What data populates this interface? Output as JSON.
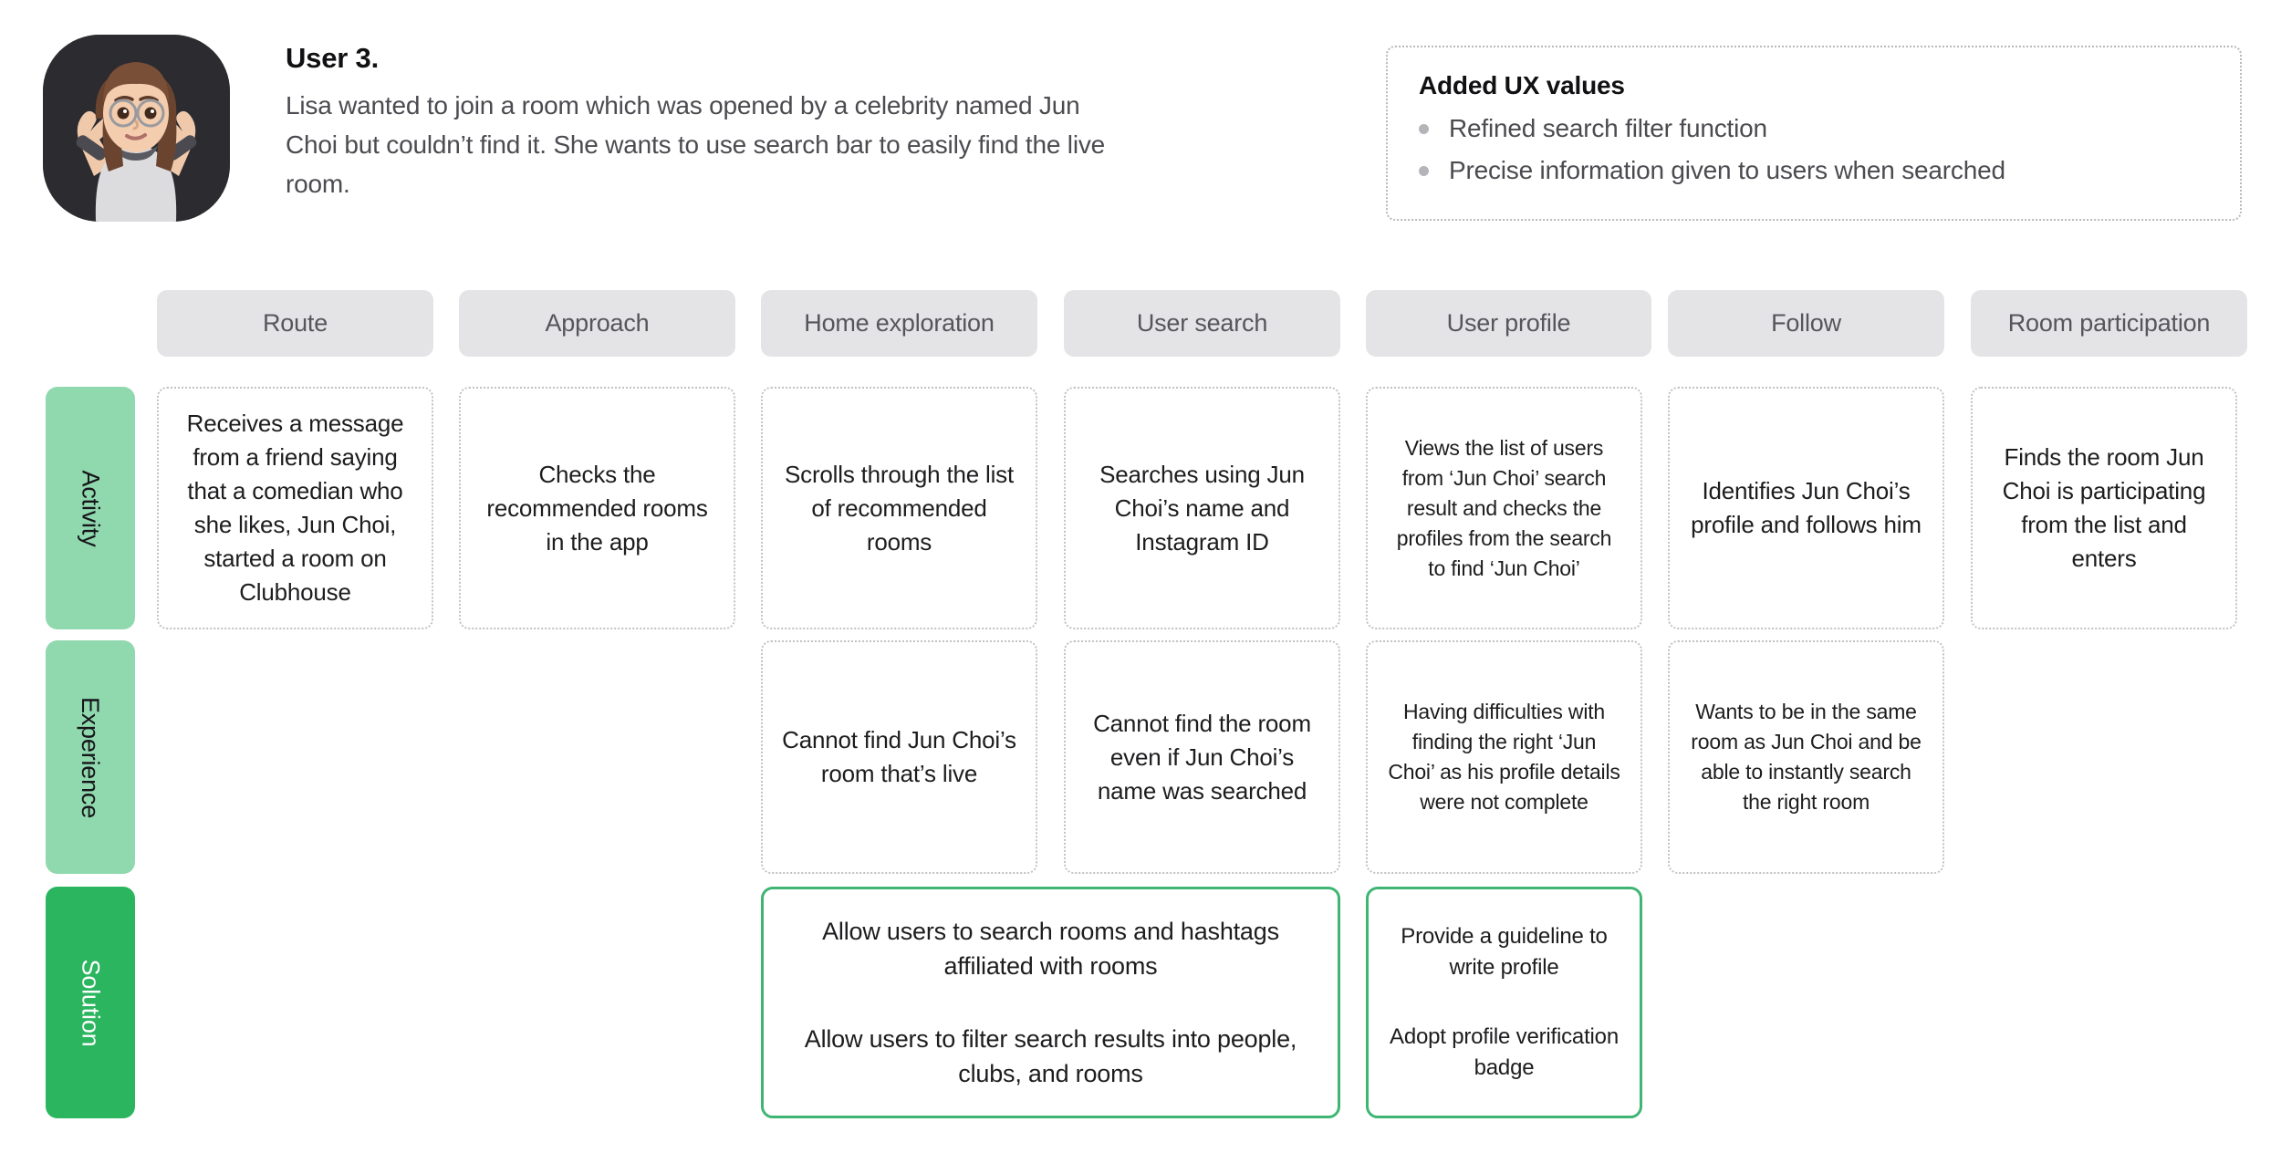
{
  "persona": {
    "title": "User 3.",
    "description": "Lisa wanted to join a room which was opened by a celebrity named Jun Choi but couldn’t find it. She wants to use search bar to easily find the live room.",
    "avatar_icon": "memoji-woman-shrugging-avatar"
  },
  "ux_values": {
    "title": "Added UX values",
    "items": [
      "Refined search filter function",
      "Precise information given to users when searched"
    ]
  },
  "columns": [
    {
      "label": "Route"
    },
    {
      "label": "Approach"
    },
    {
      "label": "Home exploration"
    },
    {
      "label": "User search"
    },
    {
      "label": "User profile"
    },
    {
      "label": "Follow"
    },
    {
      "label": "Room participation"
    }
  ],
  "rows": [
    {
      "label": "Activity",
      "style": "light"
    },
    {
      "label": "Experience",
      "style": "light"
    },
    {
      "label": "Solution",
      "style": "solid"
    }
  ],
  "activity": [
    "Receives a message from a friend saying that a comedian who she likes, Jun Choi, started a room on Clubhouse",
    "Checks the recommended rooms in the app",
    "Scrolls through the list of recommended rooms",
    "Searches using Jun Choi’s name and Instagram ID",
    "Views the list of users from ‘Jun Choi’ search result and checks the profiles from the search to find ‘Jun Choi’",
    "Identifies Jun Choi’s profile and follows him",
    "Finds the room Jun Choi is participating from the list and enters"
  ],
  "experience": [
    "Cannot find Jun Choi’s room that’s live",
    "Cannot find the room even if Jun Choi’s name was searched",
    "Having difficulties with finding the right ‘Jun Choi’ as his profile details were not complete",
    "Wants to be in the same room as Jun Choi and be able to instantly search the right room"
  ],
  "solution": [
    {
      "lines": [
        "Allow users to search rooms and hashtags affiliated with rooms",
        "Allow users to filter search results into people, clubs, and rooms"
      ]
    },
    {
      "lines": [
        "Provide a guideline to write profile",
        "Adopt profile verification badge"
      ]
    }
  ],
  "colors": {
    "row_light": "#90d8ae",
    "row_solid": "#2bb55f",
    "solution_border": "#3fb573",
    "header_bg": "#e4e4e6",
    "card_border": "#c2c2c6"
  }
}
